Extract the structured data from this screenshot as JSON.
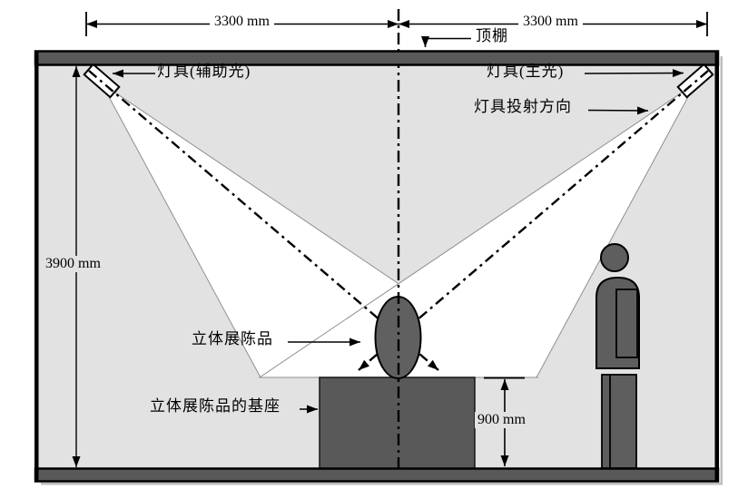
{
  "diagram": {
    "title_context": "exhibition-lighting-section-diagram",
    "dimensions": {
      "span_left": "3300 mm",
      "span_right": "3300 mm",
      "room_height": "3900 mm",
      "pedestal_height": "900 mm"
    },
    "labels": {
      "ceiling": "顶棚",
      "fixture_aux": "灯具(辅助光)",
      "fixture_main": "灯具(主光)",
      "beam_direction": "灯具投射方向",
      "exhibit": "立体展陈品",
      "exhibit_base": "立体展陈品的基座"
    },
    "colors": {
      "room_background": "#e2e2e2",
      "structure_dark": "#595959",
      "figure_fill": "#5e5e5e",
      "beam_fill": "#ffffff",
      "beam_edge": "#8f8f8f",
      "line_black": "#000000",
      "shadow": "#bdbdbd"
    }
  }
}
